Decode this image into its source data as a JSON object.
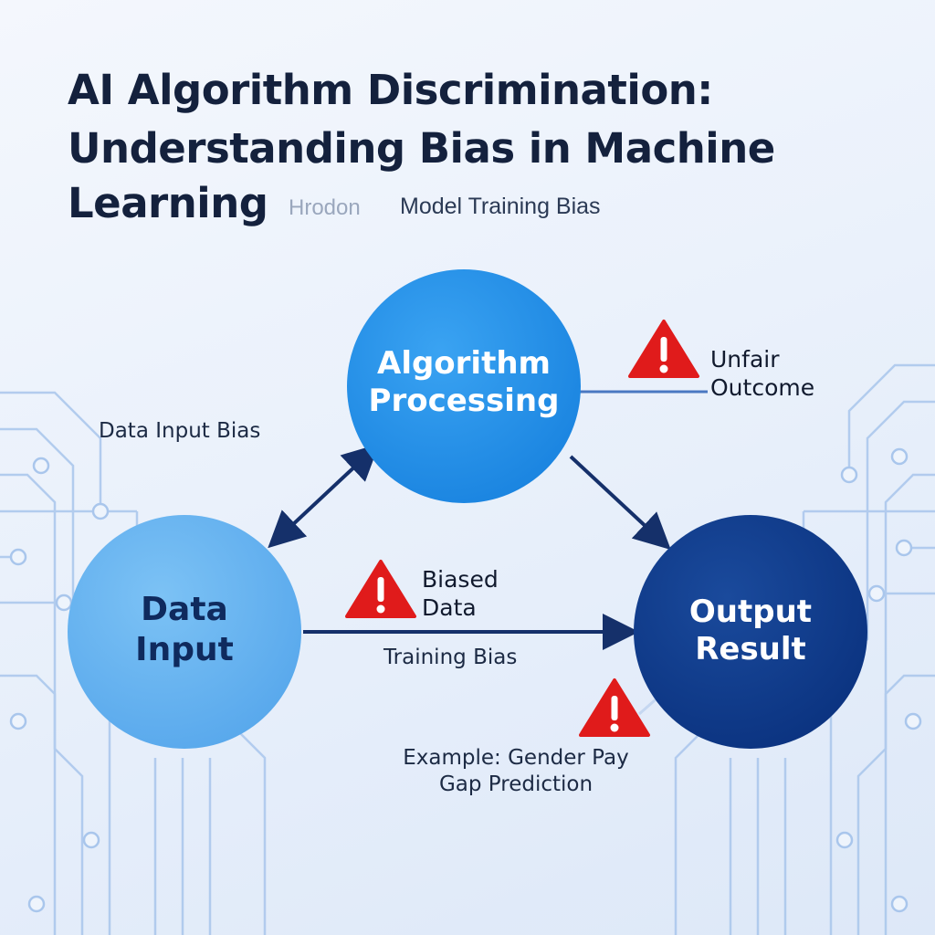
{
  "title": {
    "line1": "AI Algorithm Discrimination:",
    "line2": "Understanding Bias in Machine",
    "line3": "Learning",
    "faint_text": "Hrodon",
    "subtitle": "Model Training Bias"
  },
  "nodes": {
    "algorithm": {
      "line1": "Algorithm",
      "line2": "Processing",
      "color": "#1f8ee9"
    },
    "data_input": {
      "line1": "Data",
      "line2": "Input",
      "color": "#64b3f0"
    },
    "output": {
      "line1": "Output",
      "line2": "Result",
      "color": "#0d3a86"
    }
  },
  "labels": {
    "data_input_bias": "Data Input Bias",
    "unfair_line1": "Unfair",
    "unfair_line2": "Outcome",
    "biased_line1": "Biased",
    "biased_line2": "Data",
    "training_bias": "Training Bias",
    "example_line1": "Example: Gender Pay",
    "example_line2": "Gap Prediction"
  },
  "icons": {
    "warning": "warning-triangle-icon",
    "warning_color": "#e01b1b"
  },
  "colors": {
    "arrow": "#15306a",
    "title_text": "#14213d",
    "circuit": "#a9c6ec"
  }
}
